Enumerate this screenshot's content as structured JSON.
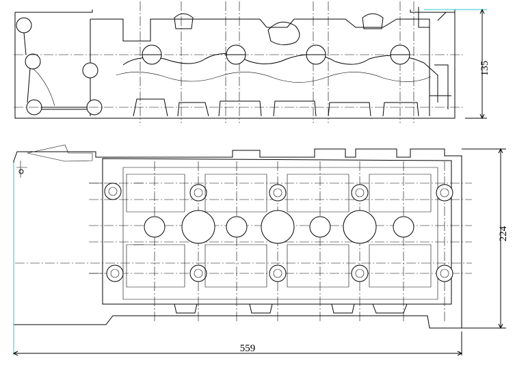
{
  "drawing": {
    "dimensions": {
      "top_view_height": "135",
      "bottom_view_height": "224",
      "overall_length": "559"
    },
    "accent_color": "#26c6da"
  }
}
